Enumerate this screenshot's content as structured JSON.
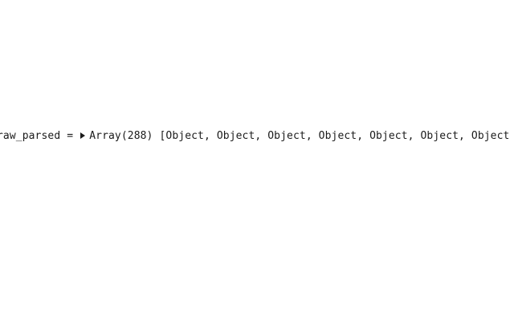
{
  "inspector": {
    "variable_name": "raw_parsed",
    "operator": "=",
    "toggle_icon": "caret-right-icon",
    "type_summary": "Array(288)",
    "preview": "[Object, Object, Object, Object, Object, Object, Object"
  }
}
